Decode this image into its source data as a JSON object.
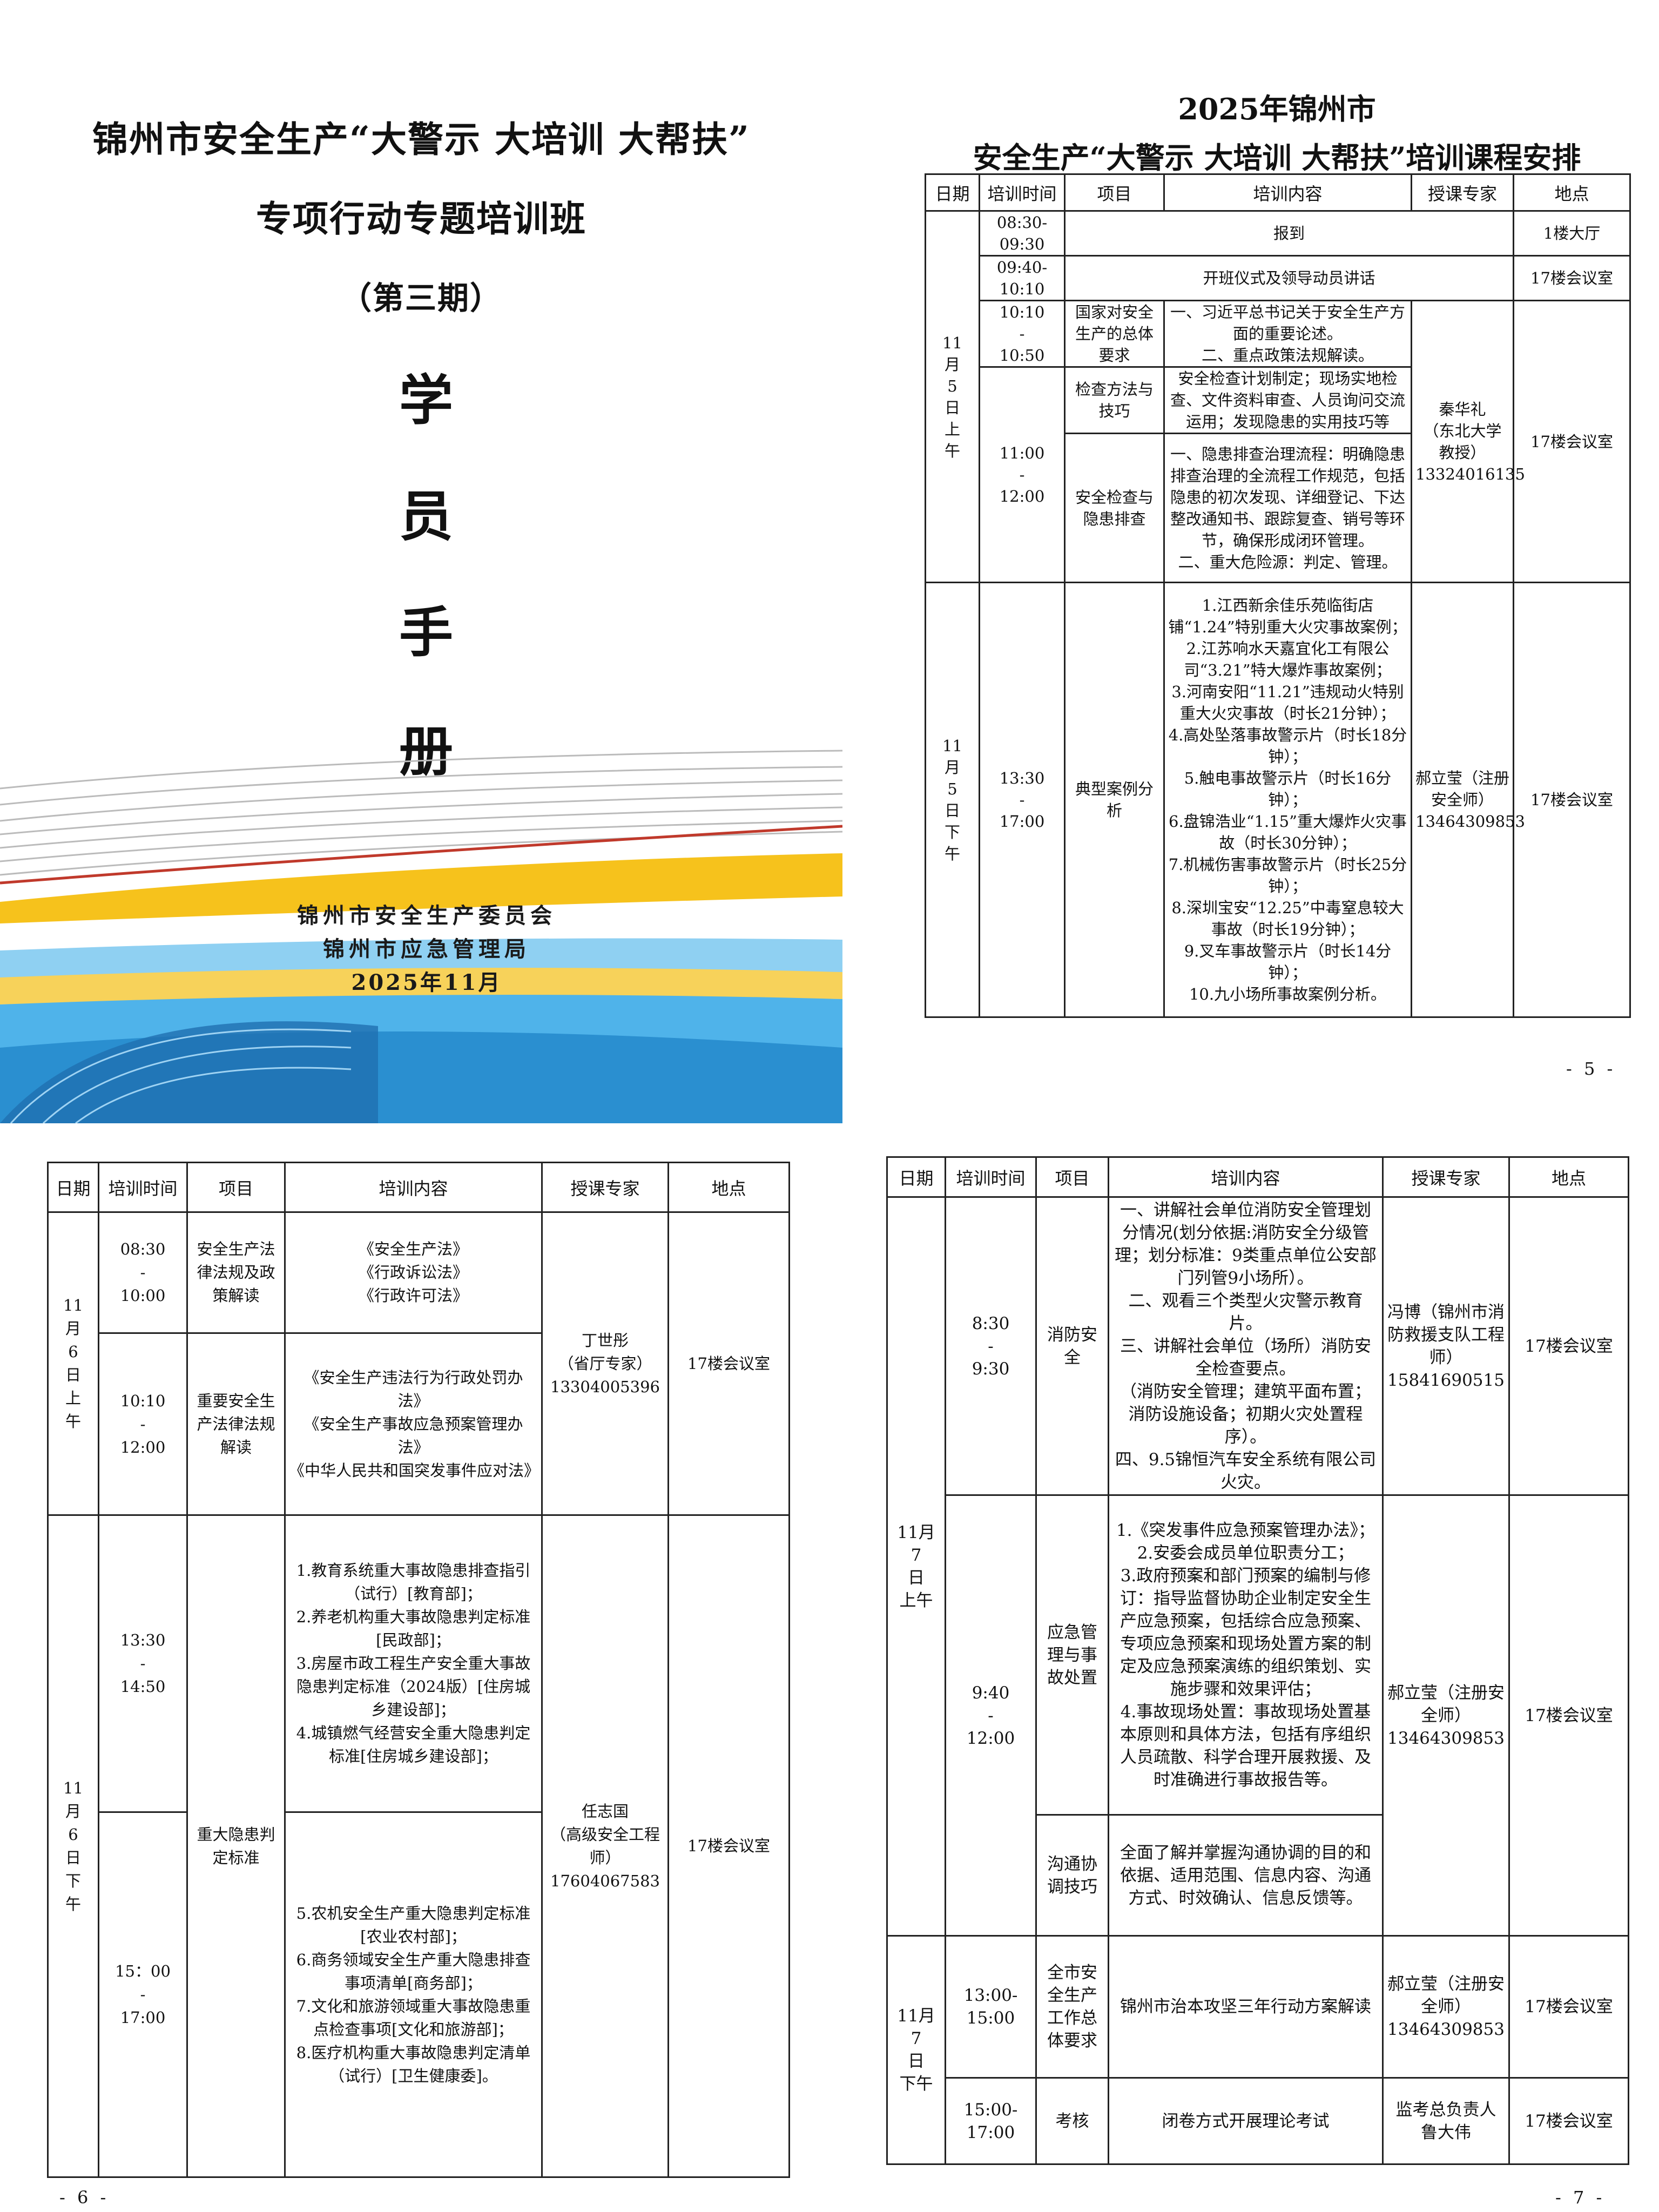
{
  "cover": {
    "title_line1": "锦州市安全生产“大警示 大培训 大帮扶”",
    "title_line2": "专项行动专题培训班",
    "issue": "（第三期）",
    "big_chars": [
      "学",
      "员",
      "手",
      "册"
    ],
    "org1": "锦州市安全生产委员会",
    "org2": "锦州市应急管理局",
    "date": "2025年11月",
    "colors": {
      "blue": "#3aa6e0",
      "yellow": "#f6c21c",
      "red": "#c0392b"
    }
  },
  "headers": [
    "日期",
    "培训时间",
    "项目",
    "培训内容",
    "授课专家",
    "地点"
  ],
  "page5": {
    "title_line1": "2025年锦州市",
    "title_line2": "安全生产“大警示 大培训 大帮扶”培训课程安排",
    "page_number": "- 5 -",
    "date_am": "11\n月\n5\n日\n上\n午",
    "date_pm": "11\n月\n5\n日\n下\n午",
    "r1": {
      "time": "08:30-\n09:30",
      "content": "报到",
      "place": "1楼大厅"
    },
    "r2": {
      "time": "09:40-\n10:10",
      "content": "开班仪式及领导动员讲话",
      "place": "17楼会议室"
    },
    "r3": {
      "time": "10:10\n-\n10:50",
      "item": "国家对安全生产的总体要求",
      "content": "一、习近平总书记关于安全生产方面的重要论述。\n二、重点政策法规解读。"
    },
    "r4": {
      "time": "11:00\n-\n12:00",
      "item": "检查方法与技巧",
      "content": "安全检查计划制定；现场实地检查、文件资料审查、人员询问交流运用；发现隐患的实用技巧等"
    },
    "r5": {
      "item": "安全检查与隐患排查",
      "content": "一、隐患排查治理流程：明确隐患排查治理的全流程工作规范，包括隐患的初次发现、详细登记、下达整改通知书、跟踪复查、销号等环节，确保形成闭环管理。\n二、重大危险源：判定、管理。"
    },
    "am_expert": "秦华礼\n（东北大学\n教授）\n13324016135",
    "am_place": "17楼会议室",
    "r6": {
      "time": "13:30\n-\n17:00",
      "item": "典型案例分析",
      "content": "1.江西新余佳乐苑临街店铺“1.24”特别重大火灾事故案例；\n2.江苏响水天嘉宜化工有限公司“3.21”特大爆炸事故案例；\n3.河南安阳“11.21”违规动火特别重大火灾事故（时长21分钟）；\n4.高处坠落事故警示片（时长18分钟）；\n5.触电事故警示片（时长16分钟）；\n6.盘锦浩业“1.15”重大爆炸火灾事故（时长30分钟）；\n7.机械伤害事故警示片（时长25分钟）；\n8.深圳宝安“12.25”中毒窒息较大事故（时长19分钟）；\n9.叉车事故警示片（时长14分钟）；\n10.九小场所事故案例分析。",
      "expert": "郝立莹（注册安全师）\n13464309853",
      "place": "17楼会议室"
    }
  },
  "page6": {
    "page_number": "- 6 -",
    "date_am": "11\n月\n6\n日\n上\n午",
    "date_pm": "11\n月\n6\n日\n下\n午",
    "r1": {
      "time": "08:30\n-\n10:00",
      "item": "安全生产法律法规及政策解读",
      "content": "《安全生产法》\n《行政诉讼法》\n《行政许可法》"
    },
    "r2": {
      "time": "10:10\n-\n12:00",
      "item": "重要安全生产法律法规解读",
      "content": "《安全生产违法行为行政处罚办法》\n《安全生产事故应急预案管理办法》\n《中华人民共和国突发事件应对法》"
    },
    "am_expert": "丁世彤\n（省厅专家）\n13304005396",
    "am_place": "17楼会议室",
    "r3": {
      "time": "13:30\n-\n14:50",
      "content": "1.教育系统重大事故隐患排查指引（试行）[教育部]；\n2.养老机构重大事故隐患判定标准[民政部]；\n3.房屋市政工程生产安全重大事故隐患判定标准（2024版）[住房城乡建设部]；\n4.城镇燃气经营安全重大隐患判定标准[住房城乡建设部]；"
    },
    "r4": {
      "time": "15：00\n-\n17:00",
      "content": "5.农机安全生产重大隐患判定标准[农业农村部]；\n6.商务领域安全生产重大隐患排查事项清单[商务部]；\n7.文化和旅游领域重大事故隐患重点检查事项[文化和旅游部]；\n8.医疗机构重大事故隐患判定清单（试行）[卫生健康委]。"
    },
    "pm_item": "重大隐患判定标准",
    "pm_expert": "任志国\n（高级安全工程师）\n17604067583",
    "pm_place": "17楼会议室"
  },
  "page7": {
    "page_number": "- 7 -",
    "date_am": "11月\n7\n日\n上午",
    "date_pm": "11月\n7\n日\n下午",
    "r1": {
      "time": "8:30\n-\n9:30",
      "item": "消防安全",
      "content": "一、讲解社会单位消防安全管理划分情况(划分依据:消防安全分级管理；划分标准：9类重点单位公安部门列管9小场所）。\n二、观看三个类型火灾警示教育片。\n三、讲解社会单位（场所）消防安全检查要点。\n（消防安全管理；建筑平面布置；消防设施设备；初期火灾处置程序）。\n四、9.5锦恒汽车安全系统有限公司火灾。",
      "expert": "冯博（锦州市消防救援支队工程师）\n15841690515",
      "place": "17楼会议室"
    },
    "r2": {
      "time": "9:40\n-\n12:00",
      "item": "应急管理与事故处置",
      "content": "1.《突发事件应急预案管理办法》；\n2.安委会成员单位职责分工；\n3.政府预案和部门预案的编制与修订：指导监督协助企业制定安全生产应急预案，包括综合应急预案、专项应急预案和现场处置方案的制定及应急预案演练的组织策划、实施步骤和效果评估；\n4.事故现场处置：事故现场处置基本原则和具体方法，包括有序组织人员疏散、科学合理开展救援、及时准确进行事故报告等。",
      "expert": "郝立莹（注册安全师）\n13464309853",
      "place": "17楼会议室"
    },
    "r3": {
      "item": "沟通协调技巧",
      "content": "全面了解并掌握沟通协调的目的和依据、适用范围、信息内容、沟通方式、时效确认、信息反馈等。"
    },
    "r4": {
      "time": "13:00-\n15:00",
      "item": "全市安全生产工作总体要求",
      "content": "锦州市治本攻坚三年行动方案解读",
      "expert": "郝立莹（注册安全师）\n13464309853",
      "place": "17楼会议室"
    },
    "r5": {
      "time": "15:00-\n17:00",
      "item": "考核",
      "content": "闭卷方式开展理论考试",
      "expert": "监考总负责人\n鲁大伟",
      "place": "17楼会议室"
    }
  }
}
